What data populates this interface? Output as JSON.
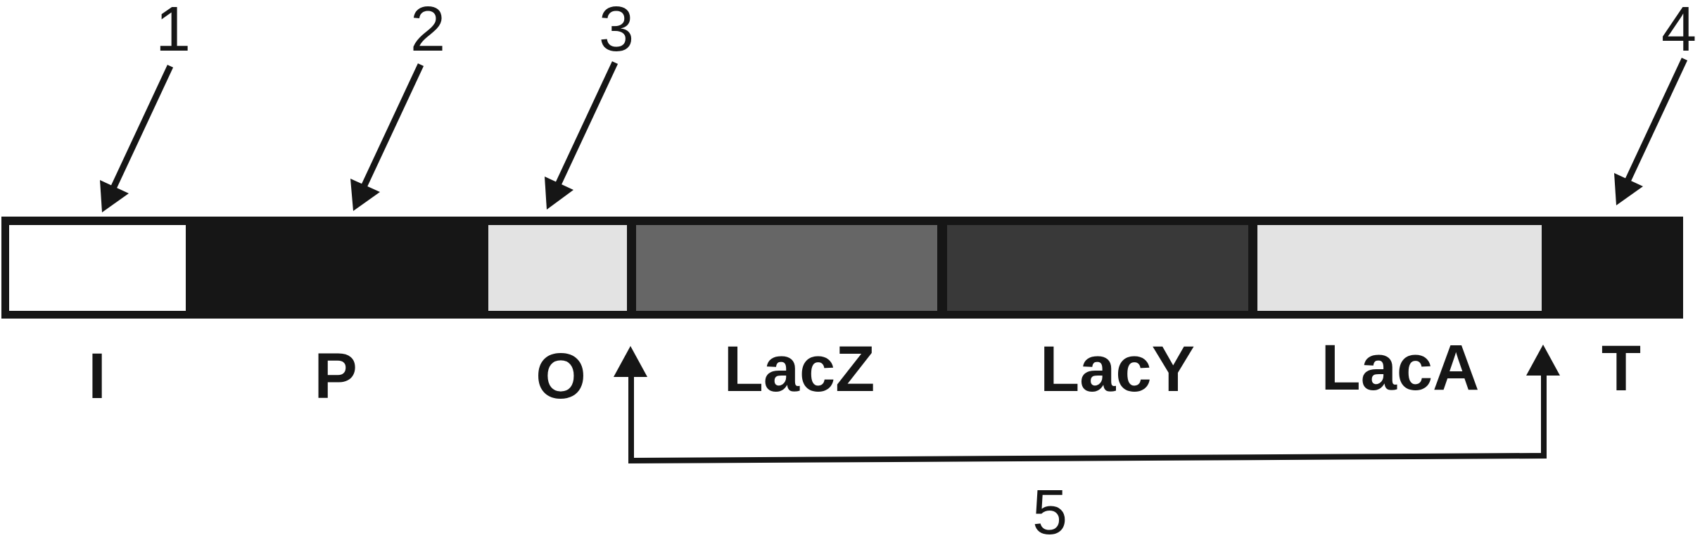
{
  "diagram": {
    "callouts": [
      "1",
      "2",
      "3",
      "4",
      "5"
    ],
    "region_labels": {
      "i": "I",
      "p": "P",
      "o": "O",
      "lacz": "LacZ",
      "lacy": "LacY",
      "laca": "LacA",
      "t": "T"
    },
    "colors": {
      "strand": "#161616",
      "regulator": "#ffffff",
      "operator": "#e3e3e3",
      "lacz": "#666666",
      "lacy": "#393939",
      "laca": "#e3e3e3",
      "ink": "#161616"
    }
  }
}
